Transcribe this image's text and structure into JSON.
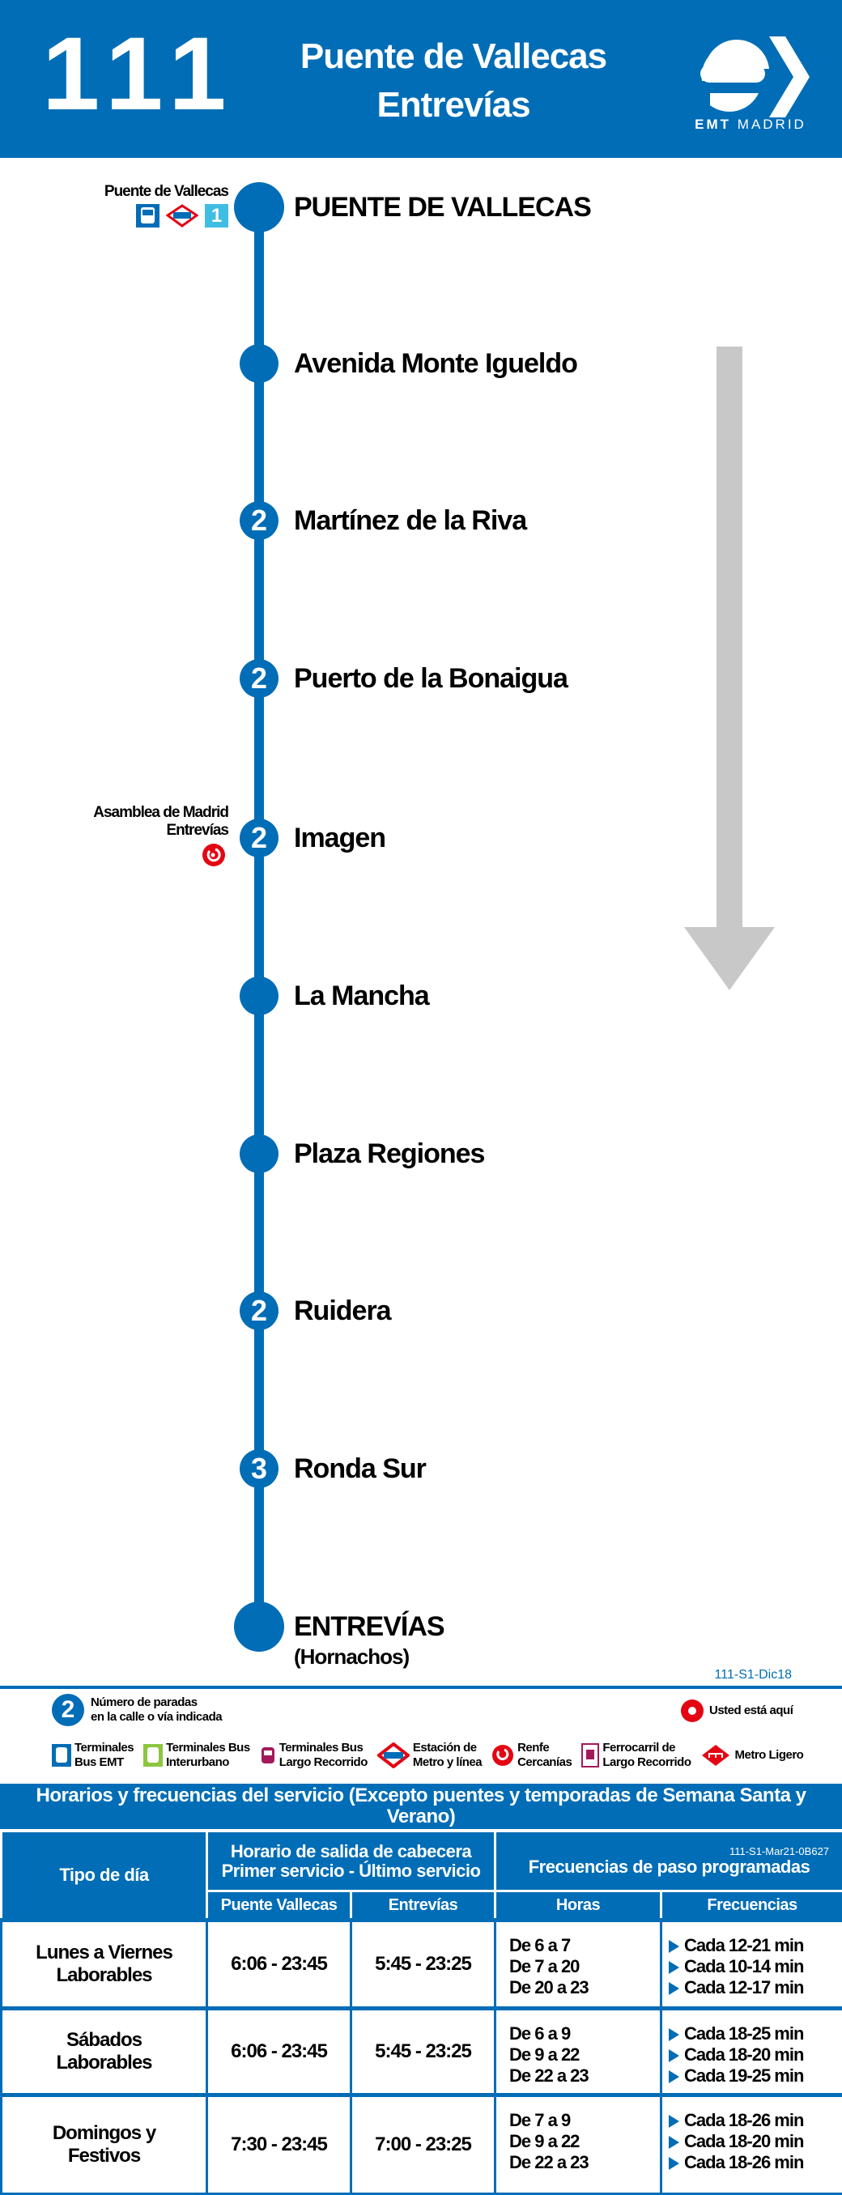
{
  "header": {
    "route_number": "111",
    "title_line1": "Puente de Vallecas",
    "title_line2": "Entrevías",
    "logo_text_bold": "EMT",
    "logo_text": "MADRID",
    "brand_color": "#006db6"
  },
  "stops": [
    {
      "name": "PUENTE DE VALLECAS",
      "type": "terminal"
    },
    {
      "name": "Avenida Monte Igueldo",
      "badge": null
    },
    {
      "name": "Martínez de la Riva",
      "badge": "2"
    },
    {
      "name": "Puerto de la Bonaigua",
      "badge": "2"
    },
    {
      "name": "Imagen",
      "badge": "2"
    },
    {
      "name": "La Mancha",
      "badge": null
    },
    {
      "name": "Plaza Regiones",
      "badge": null
    },
    {
      "name": "Ruidera",
      "badge": "2"
    },
    {
      "name": "Ronda Sur",
      "badge": "3"
    },
    {
      "name": "ENTREVÍAS",
      "sub": "(Hornachos)",
      "type": "terminal"
    }
  ],
  "connections": {
    "first": {
      "label": "Puente de Vallecas",
      "metro_line": "1"
    },
    "imagen": {
      "line1": "Asamblea de Madrid",
      "line2": "Entrevías"
    }
  },
  "codes": {
    "map": "111-S1-Dic18",
    "schedule": "111-S1-Mar21-0B627"
  },
  "legend": {
    "stops_number_example": "2",
    "stops_number_line1": "Número de paradas",
    "stops_number_line2": "en la calle o vía indicada",
    "here": "Usted está aquí",
    "metro_badge": "Metro",
    "items": [
      {
        "l1": "Terminales",
        "l2": "Bus EMT"
      },
      {
        "l1": "Terminales Bus",
        "l2": "Interurbano"
      },
      {
        "l1": "Terminales Bus",
        "l2": "Largo Recorrido"
      },
      {
        "l1": "Estación de",
        "l2": "Metro y línea"
      },
      {
        "l1": "Renfe",
        "l2": "Cercanías"
      },
      {
        "l1": "Ferrocarril de",
        "l2": "Largo Recorrido"
      },
      {
        "l1": "Metro Ligero",
        "l2": ""
      }
    ]
  },
  "schedule": {
    "title": "Horarios y frecuencias del servicio (Excepto puentes y temporadas de Semana Santa y Verano)",
    "h_tipo": "Tipo de día",
    "h_horario1": "Horario de salida de cabecera",
    "h_horario2": "Primer servicio - Último servicio",
    "h_freq": "Frecuencias de paso programadas",
    "h_pv": "Puente Vallecas",
    "h_en": "Entrevías",
    "h_horas": "Horas",
    "h_frecs": "Frecuencias",
    "rows": [
      {
        "d1": "Lunes a Viernes",
        "d2": "Laborables",
        "pv": "6:06 - 23:45",
        "en": "5:45 - 23:25",
        "h": [
          "De 6 a 7",
          "De 7 a 20",
          "De 20 a 23"
        ],
        "f": [
          "Cada 12-21 min",
          "Cada 10-14 min",
          "Cada 12-17 min"
        ]
      },
      {
        "d1": "Sábados",
        "d2": "Laborables",
        "pv": "6:06 - 23:45",
        "en": "5:45 - 23:25",
        "h": [
          "De 6 a 9",
          "De 9 a 22",
          "De 22 a 23"
        ],
        "f": [
          "Cada 18-25 min",
          "Cada 18-20 min",
          "Cada 19-25 min"
        ]
      },
      {
        "d1": "Domingos y",
        "d2": "Festivos",
        "pv": "7:30 - 23:45",
        "en": "7:00 - 23:25",
        "h": [
          "De 7 a 9",
          "De 9 a 22",
          "De 22 a 23"
        ],
        "f": [
          "Cada 18-26 min",
          "Cada 18-20 min",
          "Cada 18-26 min"
        ]
      }
    ]
  }
}
